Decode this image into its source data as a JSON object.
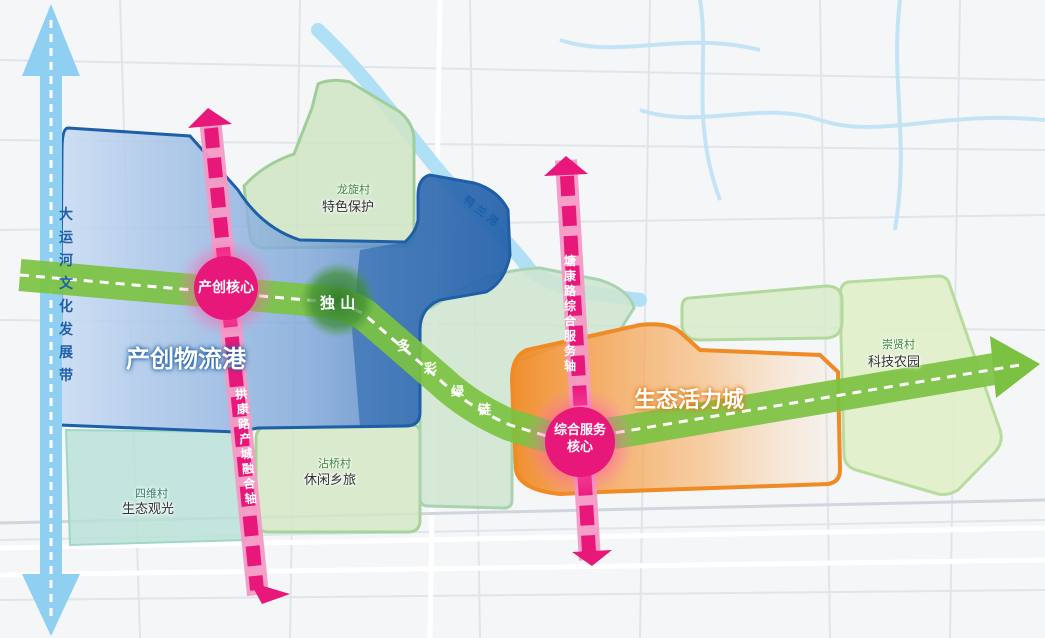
{
  "canal_belt": [
    "大",
    "运",
    "河",
    "文",
    "化",
    "发",
    "展",
    "带"
  ],
  "port": {
    "name": "产创物流港"
  },
  "eco_city": {
    "name": "生态活力城"
  },
  "cores": {
    "innovation": "产创核心",
    "service": [
      "综合服务",
      "核心"
    ]
  },
  "hill": "独 山",
  "green_chain": [
    "多",
    "彩",
    "绿",
    "链"
  ],
  "gonghang_axis": [
    "拱",
    "康",
    "路",
    "产",
    "城",
    "融",
    "合",
    "轴"
  ],
  "tangkang_axis": [
    "塘",
    "康",
    "路",
    "综",
    "合",
    "服",
    "务",
    "轴"
  ],
  "river": [
    "鸭",
    "兰",
    "港"
  ],
  "villages": [
    {
      "village": "龙旋村",
      "theme": "特色保护"
    },
    {
      "village": "沾桥村",
      "theme": "休闲乡旅"
    },
    {
      "village": "四维村",
      "theme": "生态观光"
    },
    {
      "village": "崇贤村",
      "theme": "科技农园"
    }
  ],
  "colors": {
    "blue_zone": "#1f5fa8",
    "orange_zone": "#f08a24",
    "green_axis": "#7cc242",
    "magenta_axis": "#e8177a",
    "canal": "#8fd0f2",
    "village_green": "#6aa86a"
  }
}
